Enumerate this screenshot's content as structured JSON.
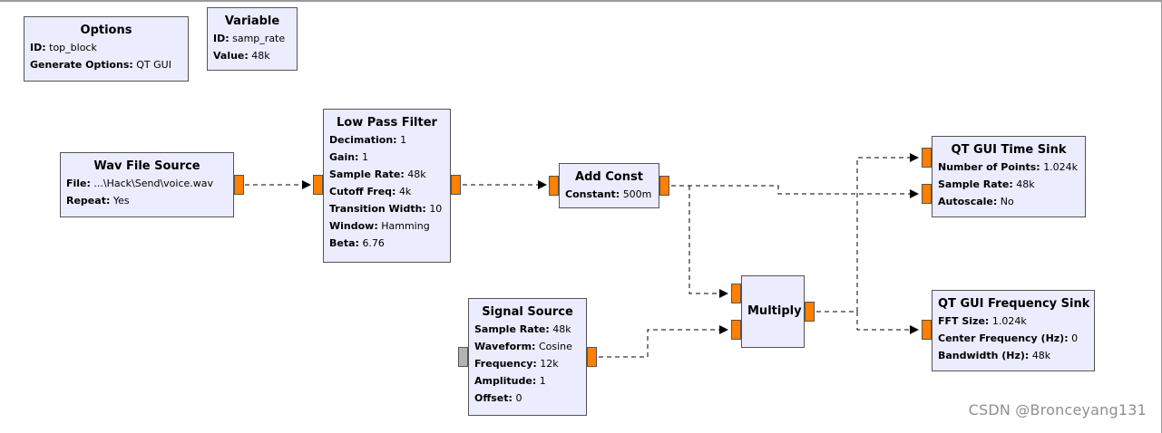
{
  "blocks": {
    "options": {
      "title": "Options",
      "params": [
        {
          "key": "ID:",
          "value": "top_block"
        },
        {
          "key": "Generate Options:",
          "value": "QT GUI"
        }
      ]
    },
    "variable": {
      "title": "Variable",
      "params": [
        {
          "key": "ID:",
          "value": "samp_rate"
        },
        {
          "key": "Value:",
          "value": "48k"
        }
      ]
    },
    "wav_file_source": {
      "title": "Wav File Source",
      "params": [
        {
          "key": "File:",
          "value": "...\\Hack\\Send\\voice.wav"
        },
        {
          "key": "Repeat:",
          "value": "Yes"
        }
      ]
    },
    "low_pass_filter": {
      "title": "Low Pass Filter",
      "params": [
        {
          "key": "Decimation:",
          "value": "1"
        },
        {
          "key": "Gain:",
          "value": "1"
        },
        {
          "key": "Sample Rate:",
          "value": "48k"
        },
        {
          "key": "Cutoff Freq:",
          "value": "4k"
        },
        {
          "key": "Transition Width:",
          "value": "10"
        },
        {
          "key": "Window:",
          "value": "Hamming"
        },
        {
          "key": "Beta:",
          "value": "6.76"
        }
      ]
    },
    "add_const": {
      "title": "Add Const",
      "params": [
        {
          "key": "Constant:",
          "value": "500m"
        }
      ]
    },
    "qt_gui_time_sink": {
      "title": "QT GUI Time Sink",
      "params": [
        {
          "key": "Number of Points:",
          "value": "1.024k"
        },
        {
          "key": "Sample Rate:",
          "value": "48k"
        },
        {
          "key": "Autoscale:",
          "value": "No"
        }
      ]
    },
    "signal_source": {
      "title": "Signal Source",
      "params": [
        {
          "key": "Sample Rate:",
          "value": "48k"
        },
        {
          "key": "Waveform:",
          "value": "Cosine"
        },
        {
          "key": "Frequency:",
          "value": "12k"
        },
        {
          "key": "Amplitude:",
          "value": "1"
        },
        {
          "key": "Offset:",
          "value": "0"
        }
      ]
    },
    "multiply": {
      "title": "Multiply",
      "params": []
    },
    "qt_gui_frequency_sink": {
      "title": "QT GUI Frequency Sink",
      "params": [
        {
          "key": "FFT Size:",
          "value": "1.024k"
        },
        {
          "key": "Center Frequency (Hz):",
          "value": "0"
        },
        {
          "key": "Bandwidth (Hz):",
          "value": "48k"
        }
      ]
    }
  },
  "colors": {
    "block_fill": "#ececff",
    "block_border": "#545454",
    "port_active": "#ff8000",
    "port_disabled": "#b3b3b3",
    "wire": "#000000"
  },
  "watermark": "CSDN @Bronceyang131"
}
